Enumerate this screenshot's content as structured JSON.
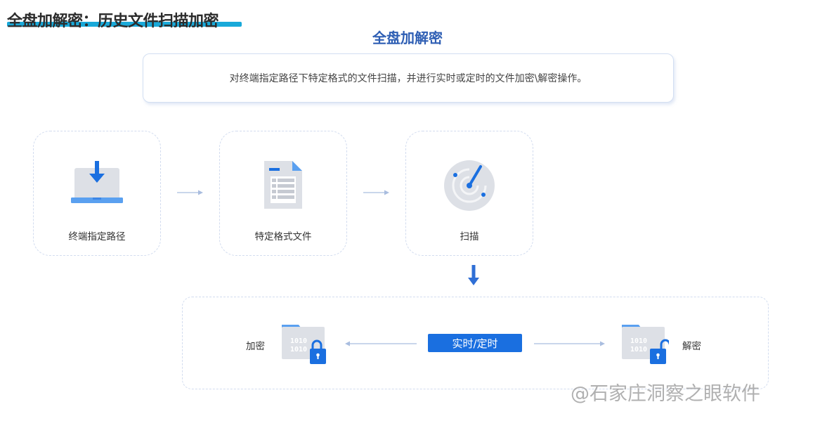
{
  "header": {
    "title": "全盘加解密：历史文件扫描加密"
  },
  "diagram": {
    "title": "全盘加解密",
    "description": "对终端指定路径下特定格式的文件扫描，并进行实时或定时的文件加密\\解密操作。",
    "steps": [
      {
        "label": "终端指定路径",
        "icon": "laptop-download-icon"
      },
      {
        "label": "特定格式文件",
        "icon": "document-icon"
      },
      {
        "label": "扫描",
        "icon": "radar-scan-icon"
      }
    ],
    "modes": {
      "center_button": "实时/定时",
      "left": {
        "label": "加密",
        "icon": "binary-folder-locked-icon",
        "file_text": "1010"
      },
      "right": {
        "label": "解密",
        "icon": "binary-folder-unlocked-icon",
        "file_text": "1010"
      }
    }
  },
  "watermark": "@石家庄洞察之眼软件",
  "colors": {
    "accent_blue": "#1a6fe0",
    "title_blue": "#2f5fb4",
    "highlight_cyan": "#19a9d9",
    "icon_gray": "#dde0e6",
    "dashed_border": "#d2dcef"
  }
}
